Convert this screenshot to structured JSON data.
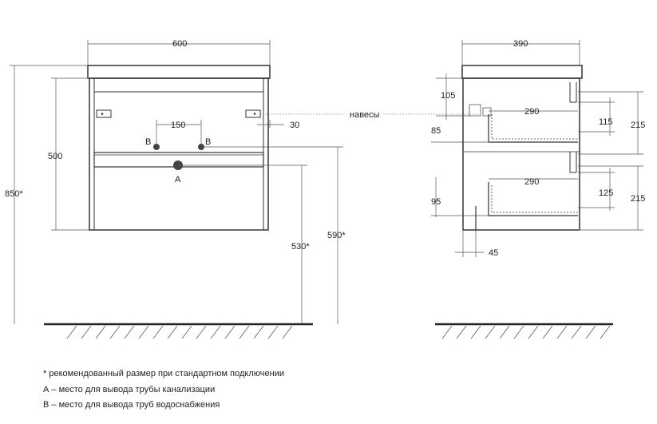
{
  "front_view": {
    "width": "600",
    "total_height": "850*",
    "body_height": "500",
    "pipe_spacing": "150",
    "hanger_offset": "30",
    "drain_height": "530*",
    "water_height": "590*",
    "drain_label": "A",
    "water_label": "B"
  },
  "side_view": {
    "depth": "390",
    "top_offset": "105",
    "top_drawer_inner": "85",
    "top_drawer_depth": "290",
    "top_drawer_inner_height": "115",
    "top_drawer_height": "215",
    "bottom_drawer_inner": "95",
    "bottom_drawer_depth": "290",
    "bottom_drawer_inner_height": "125",
    "bottom_drawer_height": "215",
    "back_offset": "45"
  },
  "hangers_label": "навесы",
  "notes": [
    "* рекомендованный размер при стандартном подключении",
    "А – место для вывода трубы канализации",
    "В – место для вывода труб водоснабжения"
  ],
  "colors": {
    "line": "#333333",
    "dimension": "#555555",
    "dotted": "#888888"
  }
}
